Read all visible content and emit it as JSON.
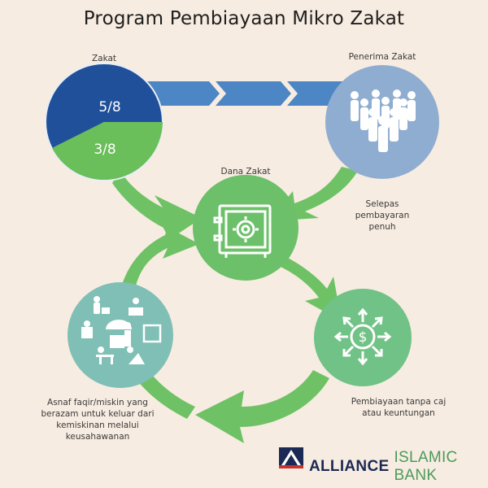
{
  "title": "Program Pembiayaan Mikro Zakat",
  "nodes": {
    "zakat": {
      "label": "Zakat",
      "slices": [
        {
          "label": "5/8",
          "color": "#21509b"
        },
        {
          "label": "3/8",
          "color": "#6abf5a"
        }
      ]
    },
    "penerima": {
      "label": "Penerima Zakat",
      "icon": "people-group-icon",
      "color": "#8fadd0"
    },
    "dana": {
      "label": "Dana Zakat",
      "icon": "safe-vault-icon",
      "color": "#6cc06a"
    },
    "asnaf": {
      "label": "Asnaf faqir/miskin yang berazam untuk keluar dari kemiskinan melalui keusahawanan",
      "lines": [
        "Asnaf faqir/miskin yang",
        "berazam untuk keluar dari",
        "kemiskinan melalui",
        "keusahawanan"
      ],
      "icon": "small-business-icons",
      "color": "#7fbfb5"
    },
    "pembiayaan": {
      "label": "Pembiayaan tanpa caj atau keuntungan",
      "lines": [
        "Pembiayaan tanpa caj",
        "atau keuntungan"
      ],
      "icon": "dollar-distribution-icon",
      "color": "#71c286"
    }
  },
  "annotations": {
    "selepas": {
      "lines": [
        "Selepas",
        "pembayaran",
        "penuh"
      ]
    }
  },
  "colors": {
    "background": "#f7ece1",
    "blue_arrow": "#4d86c4",
    "green_arrow": "#6ec265"
  },
  "footer": {
    "brand_bold": "ALLIANCE",
    "brand_light": "ISLAMIC BANK"
  }
}
